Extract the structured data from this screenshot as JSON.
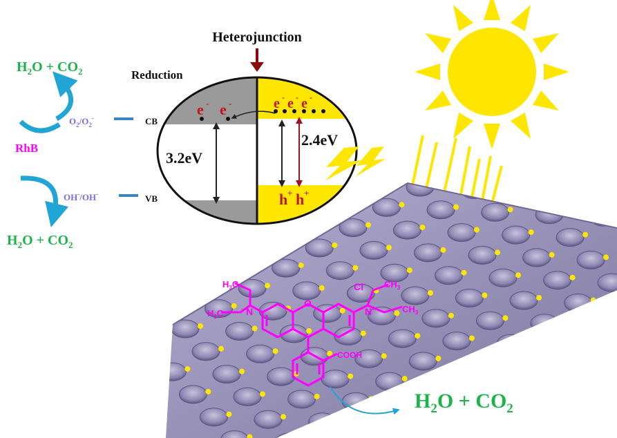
{
  "labels": {
    "heterojunction": "Heterojunction",
    "reduction": "Reduction",
    "cb": "CB",
    "vb": "VB",
    "gap_left": "3.2eV",
    "gap_right": "2.4eV",
    "rhb": "RhB",
    "o2": "O",
    "o2_sub": "2",
    "o2_sep": "/O",
    "o2_sub2": "2",
    "o2_sup": "-",
    "oh": "OH",
    "oh_sup": "-",
    "oh_sep": "/OH",
    "oh_sup2": "-",
    "electron": "e",
    "electron_sup": "-",
    "hole": "h",
    "hole_sup": "+",
    "product_h": "H",
    "product_sub": "2",
    "product_o": "O + CO",
    "product_sub2": "2"
  },
  "molecule": {
    "ch3": "CH",
    "ch3_sub": "3",
    "h3c_h": "H",
    "h3c_sub": "3",
    "h3c_c": "C",
    "n": "N",
    "n_plus": "+",
    "o": "O",
    "cl": "Cl",
    "cl_sup": "-",
    "cooh": "COOH"
  },
  "colors": {
    "green": "#1db34a",
    "magenta": "#ff00ff",
    "violet": "#7a6cf0",
    "yellow": "#ffe600",
    "grey": "#9a9a9a",
    "membrane": "#9a93bf",
    "dark_red": "#8b0a0a",
    "arrow_blue": "#21a5d6"
  }
}
